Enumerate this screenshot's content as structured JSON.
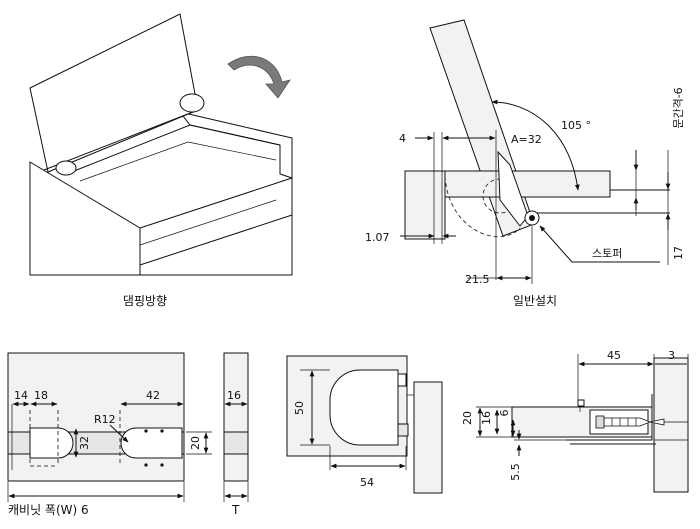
{
  "panels": {
    "damping": {
      "caption": "댐핑방향"
    },
    "standard": {
      "caption": "일반설치",
      "angle": "105 °",
      "a_value": "A=32",
      "dim_4": "4",
      "dim_107": "1.07",
      "dim_215": "21.5",
      "gap_label": "문간격-6",
      "dim_17": "17",
      "stopper_label": "스토퍼"
    },
    "front": {
      "dim_14": "14",
      "dim_18": "18",
      "dim_42": "42",
      "radius": "R12",
      "dim_32": "32",
      "dim_20": "20",
      "width_label": "캐비닛 폭(W) 6"
    },
    "side": {
      "dim_16": "16",
      "thickness": "T"
    },
    "cup": {
      "dim_50": "50",
      "dim_54": "54"
    },
    "section": {
      "dim_45": "45",
      "dim_3": "3",
      "dim_20": "20",
      "dim_16": "16",
      "dim_6": "6",
      "dim_55": "5.5"
    }
  }
}
